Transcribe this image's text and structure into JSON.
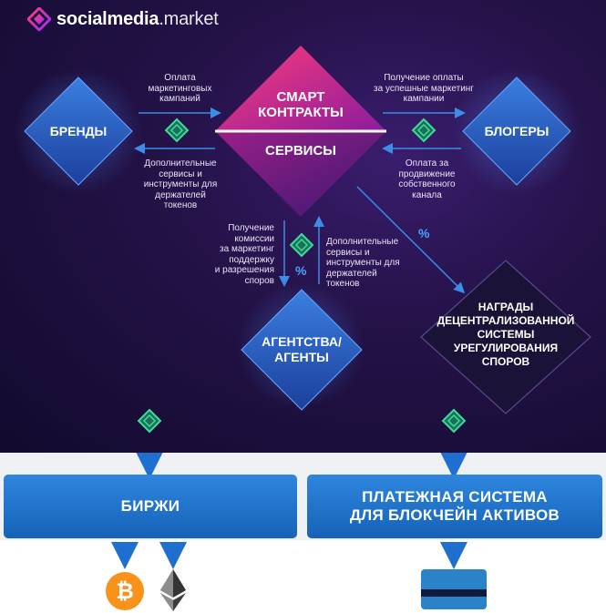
{
  "logo": {
    "bold": "socialmedia",
    "rest": ".market"
  },
  "nodes": {
    "smart_contracts": "СМАРТ\nКОНТРАКТЫ",
    "services": "СЕРВИСЫ",
    "brands": "БРЕНДЫ",
    "bloggers": "БЛОГЕРЫ",
    "agencies": "АГЕНТСТВА/\nАГЕНТЫ",
    "rewards": "НАГРАДЫ\nДЕЦЕНТРАЛИЗОВАННОЙ\nСИСТЕМЫ\nУРЕГУЛИРОВАНИЯ\nСПОРОВ"
  },
  "labels": {
    "brand_pay": "Оплата\nмаркетинговых\nкампаний",
    "brand_extra": "Дополнительные\nсервисы и\nинструменты для\nдержателей\nтокенов",
    "blogger_receive": "Получение оплаты\nза успешные маркетинг\nкампании",
    "blogger_pay": "Оплата за\nпродвижение\nсобственного\nканала",
    "agency_commission": "Получение\nкомиссии\nза маркетинг\nподдержку\nи разрешения\nспоров",
    "agency_extra": "Дополнительные\nсервисы и\nинструменты для\nдержателей\nтокенов"
  },
  "percent_sign": "%",
  "bars": {
    "exchanges": "БИРЖИ",
    "payment": "ПЛАТЕЖНАЯ СИСТЕМА\nДЛЯ БЛОКЧЕЙН АКТИВОВ"
  },
  "icons": [
    "token-icon",
    "bitcoin-icon",
    "ethereum-icon",
    "bank-card-icon"
  ],
  "colors": {
    "accent_pink": "#e0245e",
    "accent_blue": "#2e86de",
    "token_green": "#3ddc97",
    "bitcoin_orange": "#f7931a"
  }
}
